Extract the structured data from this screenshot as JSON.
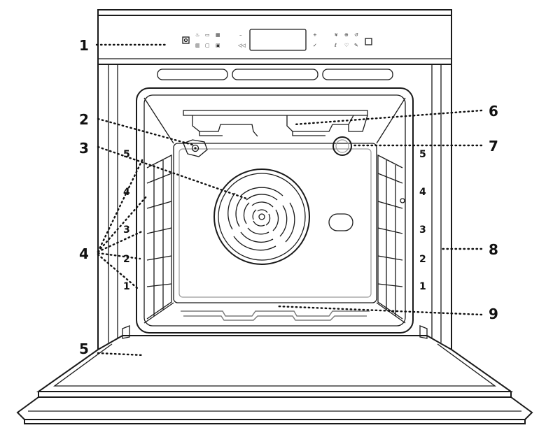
{
  "callouts": [
    {
      "id": "1",
      "label": "1"
    },
    {
      "id": "2",
      "label": "2"
    },
    {
      "id": "3",
      "label": "3"
    },
    {
      "id": "4",
      "label": "4"
    },
    {
      "id": "5",
      "label": "5"
    },
    {
      "id": "6",
      "label": "6"
    },
    {
      "id": "7",
      "label": "7"
    },
    {
      "id": "8",
      "label": "8"
    },
    {
      "id": "9",
      "label": "9"
    }
  ],
  "shelf_levels": {
    "left": [
      "5",
      "4",
      "3",
      "2",
      "1"
    ],
    "right": [
      "5",
      "4",
      "3",
      "2",
      "1"
    ]
  },
  "icons": [
    "control-panel-display",
    "fan-icon",
    "light-icon",
    "temperature-probe-socket-icon",
    "heating-element-icon"
  ]
}
